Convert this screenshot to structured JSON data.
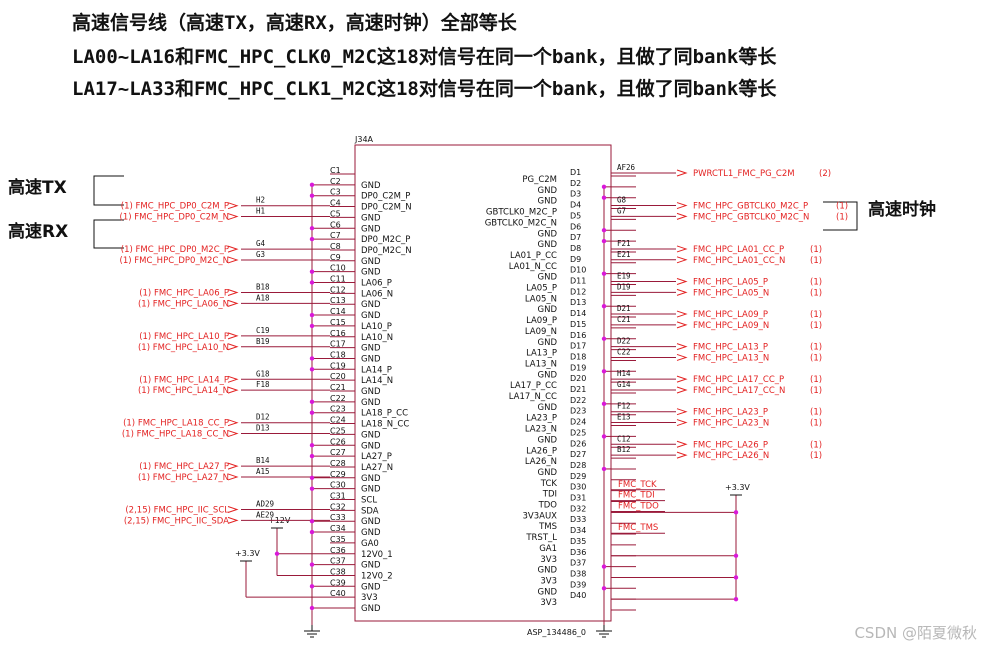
{
  "header": {
    "line1": "高速信号线（高速TX，高速RX，高速时钟）全部等长",
    "line2": "LA00~LA16和FMC_HPC_CLK0_M2C这18对信号在同一个bank，且做了同bank等长",
    "line3": "LA17~LA33和FMC_HPC_CLK1_M2C这18对信号在同一个bank，且做了同bank等长"
  },
  "component": {
    "ref": "J34A",
    "part": "ASP_134486_0"
  },
  "pins_c": [
    {
      "pin": "C1",
      "name": ""
    },
    {
      "pin": "C2",
      "name": "GND"
    },
    {
      "pin": "C3",
      "name": "DP0_C2M_P"
    },
    {
      "pin": "C4",
      "name": "DP0_C2M_N"
    },
    {
      "pin": "C5",
      "name": "GND"
    },
    {
      "pin": "C6",
      "name": "GND"
    },
    {
      "pin": "C7",
      "name": "DP0_M2C_P"
    },
    {
      "pin": "C8",
      "name": "DP0_M2C_N"
    },
    {
      "pin": "C9",
      "name": "GND"
    },
    {
      "pin": "C10",
      "name": "GND"
    },
    {
      "pin": "C11",
      "name": "LA06_P"
    },
    {
      "pin": "C12",
      "name": "LA06_N"
    },
    {
      "pin": "C13",
      "name": "GND"
    },
    {
      "pin": "C14",
      "name": "GND"
    },
    {
      "pin": "C15",
      "name": "LA10_P"
    },
    {
      "pin": "C16",
      "name": "LA10_N"
    },
    {
      "pin": "C17",
      "name": "GND"
    },
    {
      "pin": "C18",
      "name": "GND"
    },
    {
      "pin": "C19",
      "name": "LA14_P"
    },
    {
      "pin": "C20",
      "name": "LA14_N"
    },
    {
      "pin": "C21",
      "name": "GND"
    },
    {
      "pin": "C22",
      "name": "GND"
    },
    {
      "pin": "C23",
      "name": "LA18_P_CC"
    },
    {
      "pin": "C24",
      "name": "LA18_N_CC"
    },
    {
      "pin": "C25",
      "name": "GND"
    },
    {
      "pin": "C26",
      "name": "GND"
    },
    {
      "pin": "C27",
      "name": "LA27_P"
    },
    {
      "pin": "C28",
      "name": "LA27_N"
    },
    {
      "pin": "C29",
      "name": "GND"
    },
    {
      "pin": "C30",
      "name": "GND"
    },
    {
      "pin": "C31",
      "name": "SCL"
    },
    {
      "pin": "C32",
      "name": "SDA"
    },
    {
      "pin": "C33",
      "name": "GND"
    },
    {
      "pin": "C34",
      "name": "GND"
    },
    {
      "pin": "C35",
      "name": "GA0"
    },
    {
      "pin": "C36",
      "name": "12V0_1"
    },
    {
      "pin": "C37",
      "name": "GND"
    },
    {
      "pin": "C38",
      "name": "12V0_2"
    },
    {
      "pin": "C39",
      "name": "GND"
    },
    {
      "pin": "C40",
      "name": "3V3"
    },
    {
      "pin": "",
      "name": "GND"
    }
  ],
  "pins_d": [
    {
      "pin": "D1",
      "name": "PG_C2M"
    },
    {
      "pin": "D2",
      "name": "GND"
    },
    {
      "pin": "D3",
      "name": "GND"
    },
    {
      "pin": "D4",
      "name": "GBTCLK0_M2C_P"
    },
    {
      "pin": "D5",
      "name": "GBTCLK0_M2C_N"
    },
    {
      "pin": "D6",
      "name": "GND"
    },
    {
      "pin": "D7",
      "name": "GND"
    },
    {
      "pin": "D8",
      "name": "LA01_P_CC"
    },
    {
      "pin": "D9",
      "name": "LA01_N_CC"
    },
    {
      "pin": "D10",
      "name": "GND"
    },
    {
      "pin": "D11",
      "name": "LA05_P"
    },
    {
      "pin": "D12",
      "name": "LA05_N"
    },
    {
      "pin": "D13",
      "name": "GND"
    },
    {
      "pin": "D14",
      "name": "LA09_P"
    },
    {
      "pin": "D15",
      "name": "LA09_N"
    },
    {
      "pin": "D16",
      "name": "GND"
    },
    {
      "pin": "D17",
      "name": "LA13_P"
    },
    {
      "pin": "D18",
      "name": "LA13_N"
    },
    {
      "pin": "D19",
      "name": "GND"
    },
    {
      "pin": "D20",
      "name": "LA17_P_CC"
    },
    {
      "pin": "D21",
      "name": "LA17_N_CC"
    },
    {
      "pin": "D22",
      "name": "GND"
    },
    {
      "pin": "D23",
      "name": "LA23_P"
    },
    {
      "pin": "D24",
      "name": "LA23_N"
    },
    {
      "pin": "D25",
      "name": "GND"
    },
    {
      "pin": "D26",
      "name": "LA26_P"
    },
    {
      "pin": "D27",
      "name": "LA26_N"
    },
    {
      "pin": "D28",
      "name": "GND"
    },
    {
      "pin": "D29",
      "name": "TCK"
    },
    {
      "pin": "D30",
      "name": "TDI"
    },
    {
      "pin": "D31",
      "name": "TDO"
    },
    {
      "pin": "D32",
      "name": "3V3AUX"
    },
    {
      "pin": "D33",
      "name": "TMS"
    },
    {
      "pin": "D34",
      "name": "TRST_L"
    },
    {
      "pin": "D35",
      "name": "GA1"
    },
    {
      "pin": "D36",
      "name": "3V3"
    },
    {
      "pin": "D37",
      "name": "GND"
    },
    {
      "pin": "D38",
      "name": "3V3"
    },
    {
      "pin": "D39",
      "name": "GND"
    },
    {
      "pin": "D40",
      "name": "3V3"
    },
    {
      "pin": "",
      "name": ""
    }
  ],
  "left_nets": [
    {
      "row": 2,
      "label": "(1)  FMC_HPC_DP0_C2M_P",
      "ball": "H2"
    },
    {
      "row": 3,
      "label": "(1)  FMC_HPC_DP0_C2M_N",
      "ball": "H1"
    },
    {
      "row": 6,
      "label": "(1)  FMC_HPC_DP0_M2C_P",
      "ball": "G4"
    },
    {
      "row": 7,
      "label": "(1)  FMC_HPC_DP0_M2C_N",
      "ball": "G3"
    },
    {
      "row": 10,
      "label": "(1)  FMC_HPC_LA06_P",
      "ball": "B18"
    },
    {
      "row": 11,
      "label": "(1)  FMC_HPC_LA06_N",
      "ball": "A18"
    },
    {
      "row": 14,
      "label": "(1)  FMC_HPC_LA10_P",
      "ball": "C19"
    },
    {
      "row": 15,
      "label": "(1)  FMC_HPC_LA10_N",
      "ball": "B19"
    },
    {
      "row": 18,
      "label": "(1)  FMC_HPC_LA14_P",
      "ball": "G18"
    },
    {
      "row": 19,
      "label": "(1)  FMC_HPC_LA14_N",
      "ball": "F18"
    },
    {
      "row": 22,
      "label": "(1)  FMC_HPC_LA18_CC_P",
      "ball": "D12"
    },
    {
      "row": 23,
      "label": "(1)  FMC_HPC_LA18_CC_N",
      "ball": "D13"
    },
    {
      "row": 26,
      "label": "(1)  FMC_HPC_LA27_P",
      "ball": "B14"
    },
    {
      "row": 27,
      "label": "(1)  FMC_HPC_LA27_N",
      "ball": "A15"
    },
    {
      "row": 30,
      "label": "(2,15)  FMC_HPC_IIC_SCL",
      "ball": "AD29"
    },
    {
      "row": 31,
      "label": "(2,15)  FMC_HPC_IIC_SDA",
      "ball": "AE29"
    }
  ],
  "right_nets": [
    {
      "row": 0,
      "label": "PWRCTL1_FMC_PG_C2M",
      "ref": "(2)",
      "ball": "AF26"
    },
    {
      "row": 3,
      "label": "FMC_HPC_GBTCLK0_M2C_P",
      "ref": "(1)",
      "ball": "G8"
    },
    {
      "row": 4,
      "label": "FMC_HPC_GBTCLK0_M2C_N",
      "ref": "(1)",
      "ball": "G7"
    },
    {
      "row": 7,
      "label": "FMC_HPC_LA01_CC_P",
      "ref": "(1)",
      "ball": "F21"
    },
    {
      "row": 8,
      "label": "FMC_HPC_LA01_CC_N",
      "ref": "(1)",
      "ball": "E21"
    },
    {
      "row": 10,
      "label": "FMC_HPC_LA05_P",
      "ref": "(1)",
      "ball": "E19"
    },
    {
      "row": 11,
      "label": "FMC_HPC_LA05_N",
      "ref": "(1)",
      "ball": "D19"
    },
    {
      "row": 13,
      "label": "FMC_HPC_LA09_P",
      "ref": "(1)",
      "ball": "D21"
    },
    {
      "row": 14,
      "label": "FMC_HPC_LA09_N",
      "ref": "(1)",
      "ball": "C21"
    },
    {
      "row": 16,
      "label": "FMC_HPC_LA13_P",
      "ref": "(1)",
      "ball": "D22"
    },
    {
      "row": 17,
      "label": "FMC_HPC_LA13_N",
      "ref": "(1)",
      "ball": "C22"
    },
    {
      "row": 19,
      "label": "FMC_HPC_LA17_CC_P",
      "ref": "(1)",
      "ball": "H14"
    },
    {
      "row": 20,
      "label": "FMC_HPC_LA17_CC_N",
      "ref": "(1)",
      "ball": "G14"
    },
    {
      "row": 22,
      "label": "FMC_HPC_LA23_P",
      "ref": "(1)",
      "ball": "F12"
    },
    {
      "row": 23,
      "label": "FMC_HPC_LA23_N",
      "ref": "(1)",
      "ball": "E13"
    },
    {
      "row": 25,
      "label": "FMC_HPC_LA26_P",
      "ref": "(1)",
      "ball": "C12"
    },
    {
      "row": 26,
      "label": "FMC_HPC_LA26_N",
      "ref": "(1)",
      "ball": "B12"
    }
  ],
  "jtag_nets": [
    {
      "row": 28,
      "label": "FMC_TCK"
    },
    {
      "row": 29,
      "label": "FMC_TDI"
    },
    {
      "row": 30,
      "label": "FMC_TDO"
    },
    {
      "row": 32,
      "label": "FMC_TMS"
    }
  ],
  "power": {
    "v12": "+12V",
    "v33_left": "+3.3V",
    "v33_right": "+3.3V"
  },
  "annotations": {
    "tx": "高速TX",
    "rx": "高速RX",
    "clk": "高速时钟"
  },
  "watermark": "CSDN @陌夏微秋",
  "colors": {
    "net": "#e32222",
    "line": "#9a1a3a",
    "ink": "#111111",
    "dot": "#d919d9"
  }
}
